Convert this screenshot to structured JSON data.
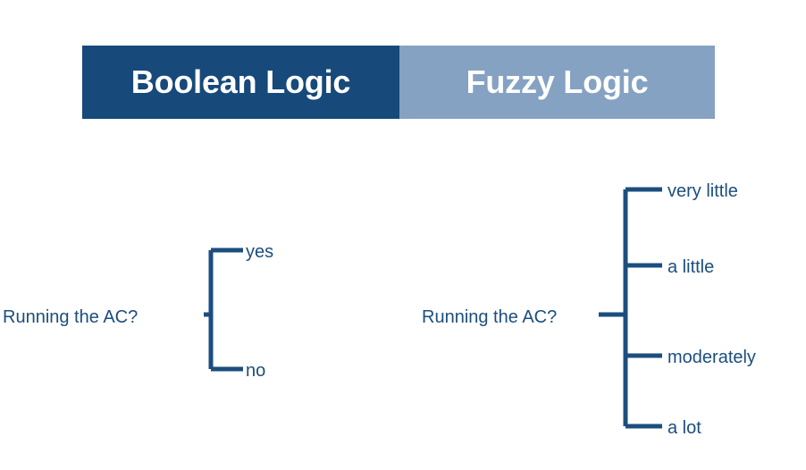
{
  "header": {
    "tabs": [
      {
        "label": "Boolean Logic",
        "color": "#17497A",
        "text_color": "#FFFFFF",
        "active": true
      },
      {
        "label": "Fuzzy Logic",
        "color": "#85A2C3",
        "text_color": "#FFFFFF",
        "active": false
      }
    ]
  },
  "colors": {
    "dark_blue": "#17497A",
    "light_blue": "#85A2C3",
    "line_blue": "#1B4E7E",
    "text_blue": "#1B4E7E",
    "background": "#FFFFFF"
  },
  "diagrams": [
    {
      "id": "boolean",
      "root_label": "Running the AC?",
      "branches": [
        {
          "label": "yes"
        },
        {
          "label": "no"
        }
      ]
    },
    {
      "id": "fuzzy",
      "root_label": "Running the AC?",
      "branches": [
        {
          "label": "very little"
        },
        {
          "label": "a little"
        },
        {
          "label": "moderately"
        },
        {
          "label": "a lot"
        }
      ]
    }
  ]
}
